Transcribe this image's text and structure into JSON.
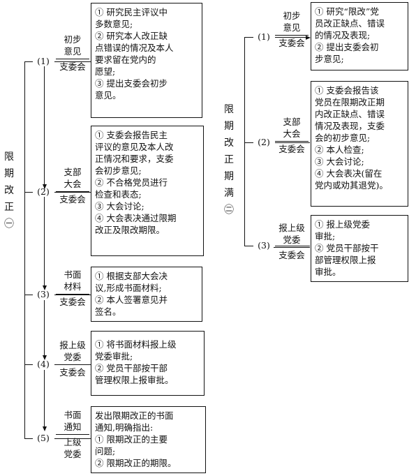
{
  "left": {
    "title": [
      "限",
      "期",
      "改",
      "正",
      "㊀"
    ],
    "steps": [
      {
        "num": "(1)",
        "label_top": [
          "初步",
          "意见"
        ],
        "label_bottom": [
          "支委会"
        ],
        "box": [
          "① 研究民主评议中",
          "多数意见;",
          "② 研究本人改正缺",
          "点错误的情况及本人",
          "要求留在党内的",
          "愿望;",
          "③ 提出支委会初步",
          "意见。"
        ]
      },
      {
        "num": "(2)",
        "label_top": [
          "支部",
          "大会"
        ],
        "label_bottom": [
          "支委会"
        ],
        "box": [
          "① 支委会报告民主",
          "评议的意见及本人改",
          "正情况和要求，支委",
          "会初步意见;",
          "② 不合格党员进行",
          "检查和表态;",
          "③ 大会讨论;",
          "④ 大会表决通过限期",
          "改正及限改期限。"
        ]
      },
      {
        "num": "(3)",
        "label_top": [
          "书面",
          "材料"
        ],
        "label_bottom": [
          "支委会"
        ],
        "box": [
          "① 根据支部大会决",
          "议,形成书面材料;",
          "② 本人签署意见并",
          "签名。"
        ]
      },
      {
        "num": "(4)",
        "label_top": [
          "报上级",
          "党委"
        ],
        "label_bottom": [
          "支委会"
        ],
        "box": [
          "① 将书面材料报上级",
          "党委审批;",
          "② 党员干部按干部",
          "管理权限上报审批。"
        ]
      },
      {
        "num": "(5)",
        "label_top": [
          "书面",
          "通知"
        ],
        "label_bottom": [
          "上级",
          "党委"
        ],
        "box": [
          "发出限期改正的书面",
          "通知,明确指出:",
          "① 限期改正的主要",
          "问题;",
          "② 限期改正的期限。"
        ]
      }
    ]
  },
  "right": {
    "title": [
      "限",
      "期",
      "改",
      "正",
      "期",
      "满",
      "㊁"
    ],
    "steps": [
      {
        "num": "(1)",
        "label_top": [
          "初步",
          "意见"
        ],
        "label_bottom": [
          "支委会"
        ],
        "box": [
          "① 研究“限改”党",
          "员改正缺点、错误",
          "的情况及表现;",
          "② 提出支委会初",
          "步意见;"
        ]
      },
      {
        "num": "(2)",
        "label_top": [
          "支部",
          "大会"
        ],
        "label_bottom": [
          "支委会"
        ],
        "box": [
          "① 支委会报告该",
          "党员在限期改正期",
          "内改正缺点、错误",
          "情况及表现，支委",
          "会的初步意见;",
          "② 本人检查;",
          "③ 大会讨论;",
          "④ 大会表决(留在",
          "党内或劝其退党)。"
        ]
      },
      {
        "num": "(3)",
        "label_top": [
          "报上级",
          "党委"
        ],
        "label_bottom": [
          "支委会"
        ],
        "box": [
          "① 报上级党委",
          "审批;",
          "② 党员干部按干",
          "部管理权限上报",
          "审批。"
        ]
      }
    ]
  }
}
